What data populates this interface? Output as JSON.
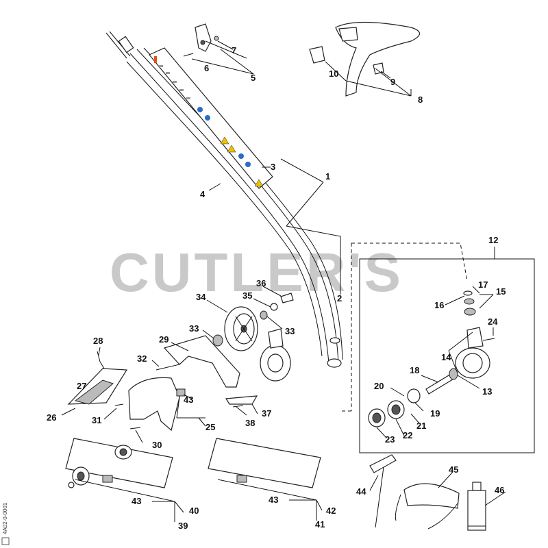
{
  "watermark": "CUTLER'S",
  "drawing_code": "4A02-0-0001",
  "callouts": {
    "c1": "1",
    "c2": "2",
    "c3": "3",
    "c4": "4",
    "c5": "5",
    "c6": "6",
    "c7": "7",
    "c8": "8",
    "c9": "9",
    "c10": "10",
    "c12": "12",
    "c13": "13",
    "c14": "14",
    "c15": "15",
    "c16": "16",
    "c17": "17",
    "c18": "18",
    "c19": "19",
    "c20": "20",
    "c21": "21",
    "c22": "22",
    "c23": "23",
    "c24": "24",
    "c25": "25",
    "c26": "26",
    "c27": "27",
    "c28": "28",
    "c29": "29",
    "c30": "30",
    "c31": "31",
    "c32": "32",
    "c33a": "33",
    "c33b": "33",
    "c34": "34",
    "c35": "35",
    "c36": "36",
    "c37": "37",
    "c38": "38",
    "c39": "39",
    "c40": "40",
    "c41": "41",
    "c42": "42",
    "c43a": "43",
    "c43b": "43",
    "c43c": "43",
    "c44": "44",
    "c45": "45",
    "c46": "46"
  },
  "icons": [
    "drive-tube-icon",
    "decal-icon",
    "handle-icon",
    "gear-head-icon",
    "blade-guard-icon",
    "pulley-icon",
    "wrench-icon",
    "safety-glasses-icon",
    "grease-tube-icon"
  ]
}
